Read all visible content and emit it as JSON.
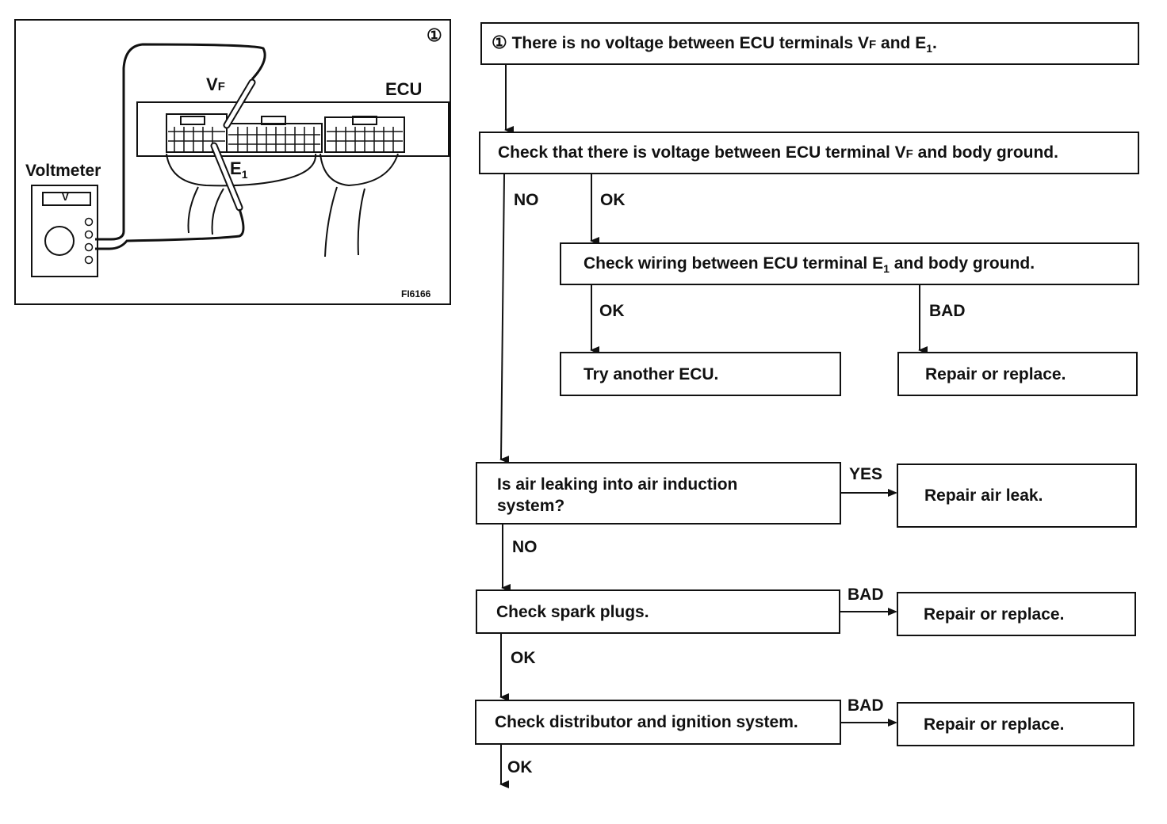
{
  "figure": {
    "marker": "①",
    "vf_label": "V",
    "vf_sub": "F",
    "ecu_label": "ECU",
    "e1_label": "E",
    "e1_sub": "1",
    "voltmeter_label": "Voltmeter",
    "meter_v": "V",
    "code": "FI6166"
  },
  "flow": {
    "start": {
      "marker": "①",
      "text_a": "There is no voltage between ECU terminals V",
      "text_a_sub": "F",
      "text_b": " and E",
      "text_b_sub": "1",
      "text_c": "."
    },
    "step1": {
      "text_a": "Check that there is voltage between ECU terminal V",
      "text_a_sub": "F",
      "text_b": " and body ground."
    },
    "step2": {
      "text_a": "Check wiring between ECU terminal E",
      "text_a_sub": "1",
      "text_b": " and body ground."
    },
    "try_ecu": "Try another ECU.",
    "repair1": "Repair or replace.",
    "air_q_line1": "Is air leaking into air induction",
    "air_q_line2": "system?",
    "repair_air": "Repair air leak.",
    "spark": "Check spark plugs.",
    "repair2": "Repair or replace.",
    "distributor": "Check distributor and ignition system.",
    "repair3": "Repair or replace.",
    "labels": {
      "no1": "NO",
      "ok1": "OK",
      "ok2": "OK",
      "bad1": "BAD",
      "yes1": "YES",
      "no2": "NO",
      "bad2": "BAD",
      "ok3": "OK",
      "bad3": "BAD",
      "ok4": "OK"
    }
  }
}
